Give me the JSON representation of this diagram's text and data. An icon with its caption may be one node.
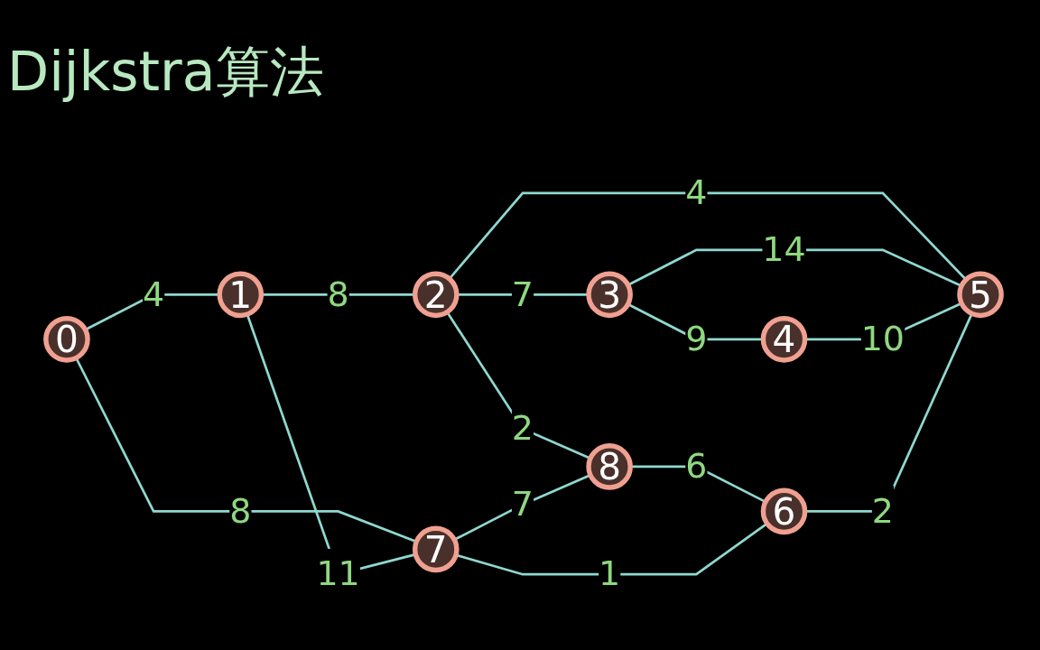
{
  "diagram": {
    "title": "Dijkstra算法",
    "nodes": [
      {
        "text": [
          "0"
        ]
      },
      {
        "text": [
          "1"
        ]
      },
      {
        "text": [
          "2"
        ]
      },
      {
        "text": [
          "3"
        ]
      },
      {
        "text": [
          "4"
        ]
      },
      {
        "text": [
          "5"
        ]
      },
      {
        "text": [
          "6"
        ]
      },
      {
        "text": [
          "7"
        ]
      },
      {
        "text": [
          "8"
        ]
      }
    ],
    "edges": [
      {
        "from": 0,
        "to": 1,
        "arrow": "none",
        "label": "4"
      },
      {
        "from": 0,
        "to": 7,
        "arrow": "none",
        "label": "8"
      },
      {
        "from": 1,
        "to": 2,
        "arrow": "none",
        "label": "8"
      },
      {
        "from": 1,
        "to": 7,
        "arrow": "none",
        "label": "11"
      },
      {
        "from": 2,
        "to": 3,
        "arrow": "none",
        "label": "7"
      },
      {
        "from": 2,
        "to": 8,
        "arrow": "none",
        "label": "2"
      },
      {
        "from": 2,
        "to": 5,
        "arrow": "none",
        "label": "4"
      },
      {
        "from": 3,
        "to": 4,
        "arrow": "none",
        "label": "9"
      },
      {
        "from": 3,
        "to": 5,
        "arrow": "none",
        "label": "14"
      },
      {
        "from": 4,
        "to": 5,
        "arrow": "none",
        "label": "10"
      },
      {
        "from": 7,
        "to": 8,
        "arrow": "none",
        "label": "7"
      },
      {
        "from": 8,
        "to": 6,
        "arrow": "none",
        "label": "6"
      },
      {
        "from": 7,
        "to": 6,
        "arrow": "none",
        "label": "1"
      },
      {
        "from": 6,
        "to": 5,
        "arrow": "none",
        "label": "2"
      }
    ]
  }
}
